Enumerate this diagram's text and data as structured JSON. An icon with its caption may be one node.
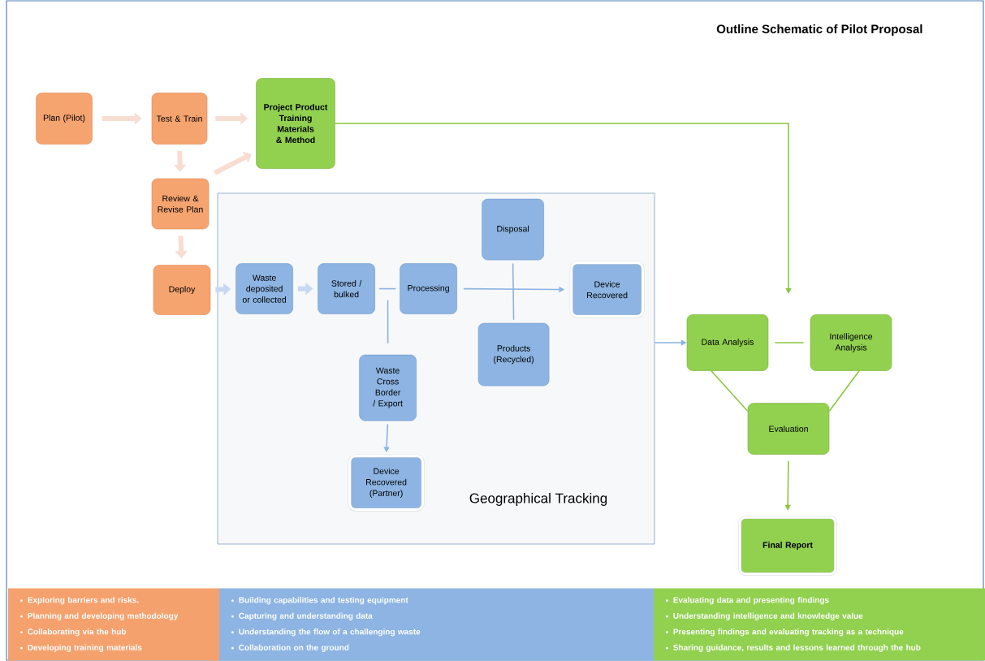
{
  "diagram": {
    "title": "Outline Schematic of Pilot Proposal",
    "nodes": [
      {
        "text": [
          "Plan (Pilot)"
        ]
      },
      {
        "text": [
          "Test & Train"
        ]
      },
      {
        "text": [
          "Project Product Training Materials & Method"
        ]
      },
      {
        "text": [
          "Review & Revise Plan"
        ]
      },
      {
        "text": [
          "Deploy"
        ]
      },
      {
        "text": [
          "Geographical Tracking"
        ]
      },
      {
        "text": [
          "Waste deposited or collected"
        ],
        "in": 5
      },
      {
        "text": [
          "Stored / bulked"
        ],
        "in": 5
      },
      {
        "text": [
          "Processing"
        ],
        "in": 5
      },
      {
        "text": [
          "Disposal"
        ],
        "in": 5
      },
      {
        "text": [
          "Device Recovered"
        ],
        "in": 5
      },
      {
        "text": [
          "Waste Cross Border / Export"
        ],
        "in": 5
      },
      {
        "text": [
          "Products (Recycled)"
        ],
        "in": 5
      },
      {
        "text": [
          "Device Recovered (Partner)"
        ],
        "in": 5
      },
      {
        "text": [
          "Data Analysis"
        ]
      },
      {
        "text": [
          "Intelligence Analysis"
        ]
      },
      {
        "text": [
          "Evaluation"
        ]
      },
      {
        "text": [
          "Final Report"
        ]
      },
      {
        "text": [
          "Exploring  barriers and risks.",
          "Planning and developing methodology",
          "Collaborating via the hub",
          "Developing training materials"
        ]
      },
      {
        "text": [
          "Building capabilities and testing equipment",
          "Capturing and understanding data",
          "Understanding the  flow of a challenging waste",
          "Collaboration on the ground"
        ]
      },
      {
        "text": [
          "Evaluating data and presenting findings",
          "Understanding  intelligence and knowledge value",
          "Presenting  findings and evaluating  tracking as a technique",
          "Sharing guidance, results and  lessons learned  through the hub"
        ]
      }
    ],
    "edges": [
      {
        "from": 0,
        "to": 1,
        "arrow": "to",
        "style": "thick",
        "color": "#f8ddd3"
      },
      {
        "from": 1,
        "to": 2,
        "arrow": "to",
        "style": "thick",
        "color": "#f8ddd3"
      },
      {
        "from": 1,
        "to": 3,
        "arrow": "to",
        "style": "thick",
        "color": "#f8ddd3"
      },
      {
        "from": 3,
        "to": 2,
        "arrow": "to",
        "style": "thick",
        "color": "#f8ddd3"
      },
      {
        "from": 3,
        "to": 4,
        "arrow": "to",
        "style": "thick",
        "color": "#f8ddd3"
      },
      {
        "from": 4,
        "to": 6,
        "arrow": "to",
        "style": "thick",
        "color": "#c6d9f1"
      },
      {
        "from": 6,
        "to": 7,
        "arrow": "to",
        "style": "thick",
        "color": "#c6d9f1"
      },
      {
        "from": 7,
        "to": 8,
        "arrow": "none",
        "color": "#8db4e2"
      },
      {
        "from": 7,
        "to": 11,
        "arrow": "none",
        "color": "#8db4e2"
      },
      {
        "from": 8,
        "to": 10,
        "arrow": "to",
        "color": "#8db4e2"
      },
      {
        "from": 9,
        "to": 12,
        "arrow": "none",
        "color": "#8db4e2"
      },
      {
        "from": 11,
        "to": 13,
        "arrow": "to",
        "color": "#8db4e2"
      },
      {
        "from": 2,
        "to": null,
        "arrow": "to",
        "color": "#8cc63f"
      },
      {
        "from": 5,
        "to": 14,
        "arrow": "to",
        "color": "#8db4e2"
      },
      {
        "from": 14,
        "to": 15,
        "arrow": "none",
        "color": "#8cc63f"
      },
      {
        "from": 14,
        "to": 16,
        "arrow": "none",
        "color": "#8cc63f"
      },
      {
        "from": 15,
        "to": 16,
        "arrow": "none",
        "color": "#8cc63f"
      },
      {
        "from": 16,
        "to": 17,
        "arrow": "to",
        "color": "#8cc63f"
      }
    ]
  }
}
